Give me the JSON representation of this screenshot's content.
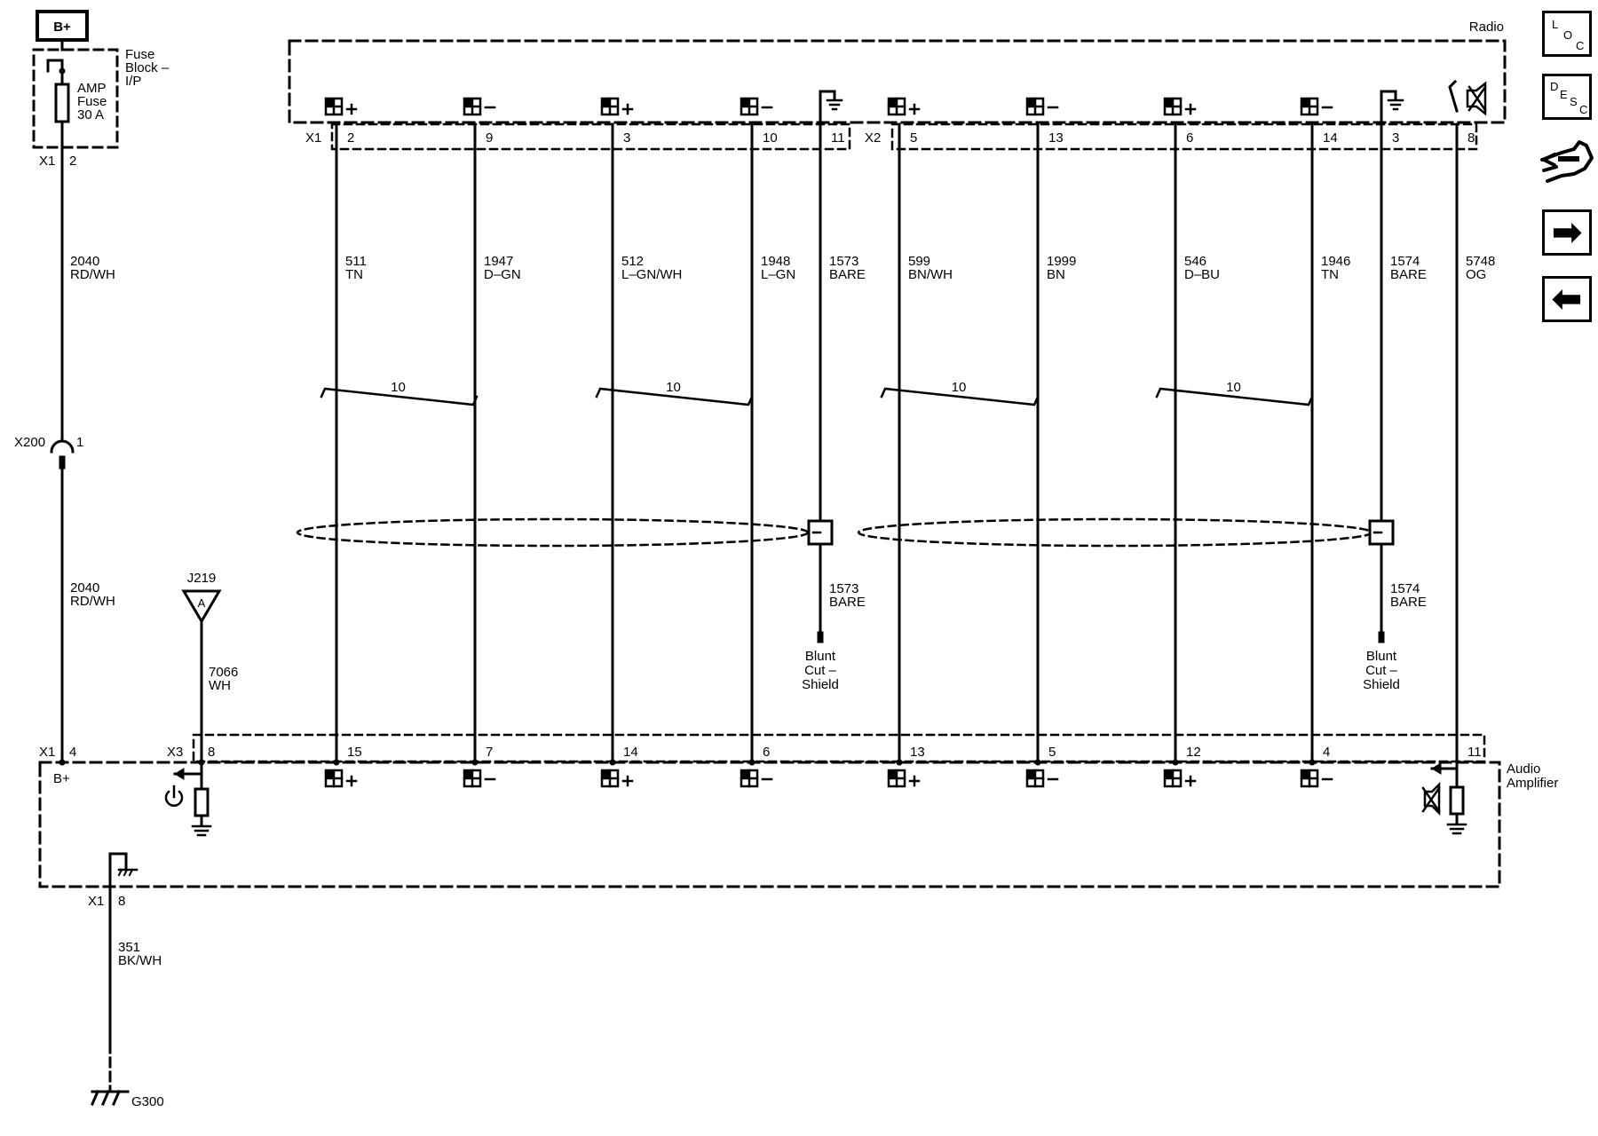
{
  "power_source": {
    "label": "B+"
  },
  "fuse": {
    "block_label": [
      "Fuse",
      "Block –",
      "I/P"
    ],
    "amp_text": [
      "AMP",
      "Fuse",
      "30 A"
    ]
  },
  "fuse_feed": {
    "connector": "X1",
    "pin": "2",
    "circuit": "2040",
    "color": "RD/WH"
  },
  "inline": {
    "connector": "X200",
    "pin": "1"
  },
  "amp_feed": {
    "circuit": "2040",
    "color": "RD/WH",
    "connector": "X1",
    "pin": "4"
  },
  "radio": {
    "label": "Radio"
  },
  "audio_amplifier": {
    "label": [
      "Audio",
      "Amplifier"
    ],
    "bplus_label": "B+"
  },
  "j219": {
    "label": "J219",
    "letter": "A",
    "circuit": "7066",
    "color": "WH",
    "connector": "X3",
    "pin": "8"
  },
  "radio_connectors": [
    "X1",
    "X2"
  ],
  "wires": [
    {
      "rpin": "2",
      "circuit": "511",
      "color": "TN",
      "apin": "15",
      "sym": "+"
    },
    {
      "rpin": "9",
      "circuit": "1947",
      "color": "D–GN",
      "apin": "7",
      "sym": "–"
    },
    {
      "rpin": "3",
      "circuit": "512",
      "color": "L–GN/WH",
      "apin": "14",
      "sym": "+"
    },
    {
      "rpin": "10",
      "circuit": "1948",
      "color": "L–GN",
      "apin": "6",
      "sym": "–"
    },
    {
      "rpin": "11",
      "circuit": "1573",
      "color": "BARE",
      "apin": "",
      "sym": ""
    },
    {
      "rpin": "5",
      "circuit": "599",
      "color": "BN/WH",
      "apin": "13",
      "sym": "+"
    },
    {
      "rpin": "13",
      "circuit": "1999",
      "color": "BN",
      "apin": "5",
      "sym": "–"
    },
    {
      "rpin": "6",
      "circuit": "546",
      "color": "D–BU",
      "apin": "12",
      "sym": "+"
    },
    {
      "rpin": "14",
      "circuit": "1946",
      "color": "TN",
      "apin": "4",
      "sym": "–"
    },
    {
      "rpin": "3",
      "circuit": "1574",
      "color": "BARE",
      "apin": "",
      "sym": ""
    },
    {
      "rpin": "8",
      "circuit": "5748",
      "color": "OG",
      "apin": "11",
      "sym": ""
    }
  ],
  "twist_label": "10",
  "shields": [
    {
      "circuit": "1573",
      "color": "BARE",
      "label": [
        "Blunt",
        "Cut –",
        "Shield"
      ]
    },
    {
      "circuit": "1574",
      "color": "BARE",
      "label": [
        "Blunt",
        "Cut –",
        "Shield"
      ]
    }
  ],
  "ground": {
    "connector": "X1",
    "pin": "8",
    "circuit": "351",
    "color": "BK/WH",
    "label": "G300"
  },
  "nav": {
    "loc": {
      "chars": [
        "L",
        "O",
        "C"
      ]
    },
    "desc": {
      "chars": [
        "D",
        "E",
        "S",
        "C"
      ]
    },
    "next_glyph": "➡",
    "prev_glyph": "⬅"
  },
  "icons": [
    "speaker-positive-icon",
    "speaker-negative-icon",
    "ground-icon",
    "chassis-ground-icon",
    "mute-icon",
    "power-icon",
    "harness-icon",
    "fuse-icon",
    "splice-icon",
    "shield-icon"
  ]
}
